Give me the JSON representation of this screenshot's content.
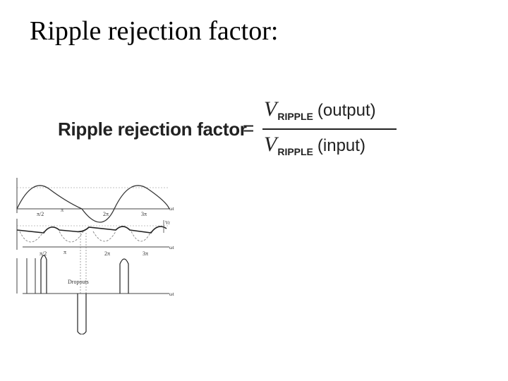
{
  "slide": {
    "title": "Ripple rejection factor:"
  },
  "formula": {
    "lhs": "Ripple rejection factor",
    "equals": "=",
    "numerator": {
      "symbol": "V",
      "subscript": "RIPPLE",
      "qualifier": "(output)"
    },
    "denominator": {
      "symbol": "V",
      "subscript": "RIPPLE",
      "qualifier": "(input)"
    }
  },
  "waveform_figure": {
    "top_axis_ticks": [
      "π/2",
      "π",
      "2π",
      "3π"
    ],
    "top_axis_label": "ωt",
    "middle_axis_ticks": [
      "π/2",
      "π",
      "2π",
      "3π"
    ],
    "middle_axis_label": "ωt",
    "bottom_axis_label": "ωt",
    "dropout_label": "Dropouts",
    "ripple_marker": "Vr"
  }
}
